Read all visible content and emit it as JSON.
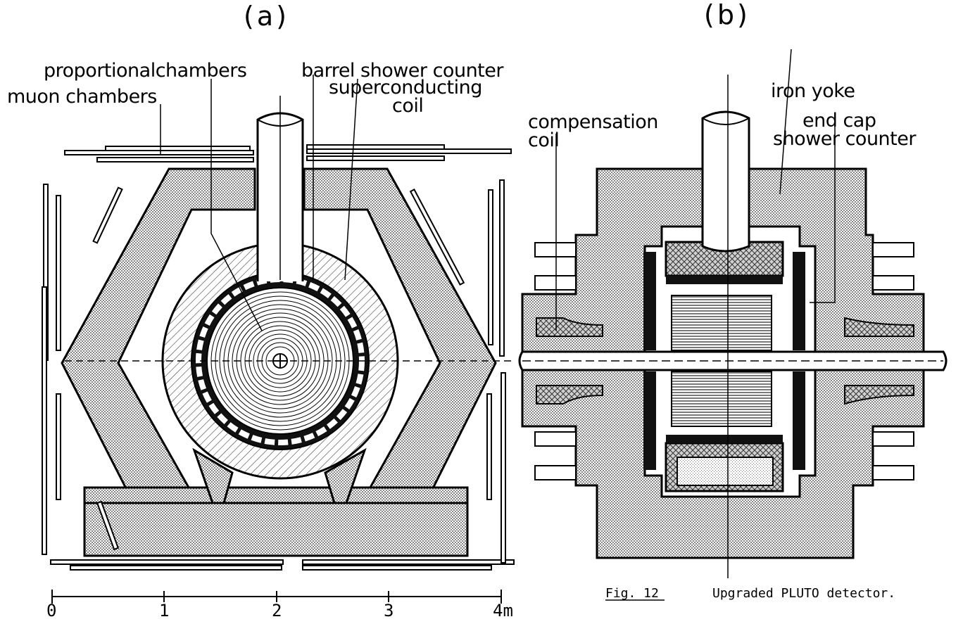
{
  "panels": {
    "a": "(a)",
    "b": "(b)"
  },
  "labels_a": {
    "proportional_chambers": "proportionalchambers",
    "barrel_shower_counter": "barrel shower counter",
    "superconducting": "superconducting",
    "coil": "coil",
    "muon_chambers": "muon chambers"
  },
  "labels_b": {
    "iron_yoke": "iron yoke",
    "compensation": "compensation",
    "coil": "coil",
    "end_cap": "end cap",
    "shower_counter": "shower counter"
  },
  "scale": {
    "ticks": [
      "0",
      "1",
      "2",
      "3"
    ],
    "last_tick": "4m"
  },
  "caption": {
    "number": "Fig. 12",
    "text": "Upgraded PLUTO detector."
  }
}
